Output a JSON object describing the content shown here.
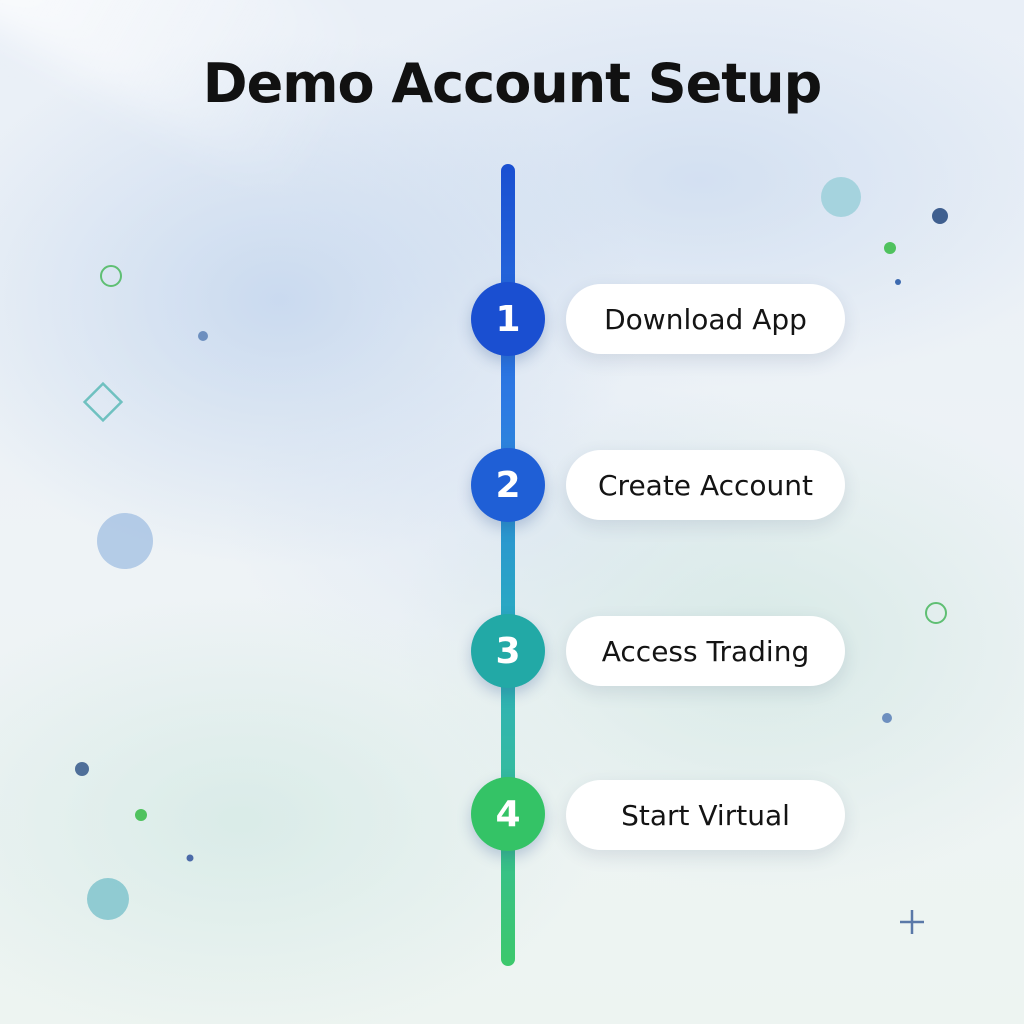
{
  "title": "Demo Account Setup",
  "colors": {
    "step1": "#1a4fd1",
    "step2": "#1f5fd6",
    "step3": "#22a9a6",
    "step4": "#34c366",
    "label_bg": "#ffffff",
    "title_text": "#111111"
  },
  "steps": [
    {
      "number": "1",
      "label": "Download App"
    },
    {
      "number": "2",
      "label": "Create Account"
    },
    {
      "number": "3",
      "label": "Access Trading"
    },
    {
      "number": "4",
      "label": "Start Virtual"
    }
  ]
}
